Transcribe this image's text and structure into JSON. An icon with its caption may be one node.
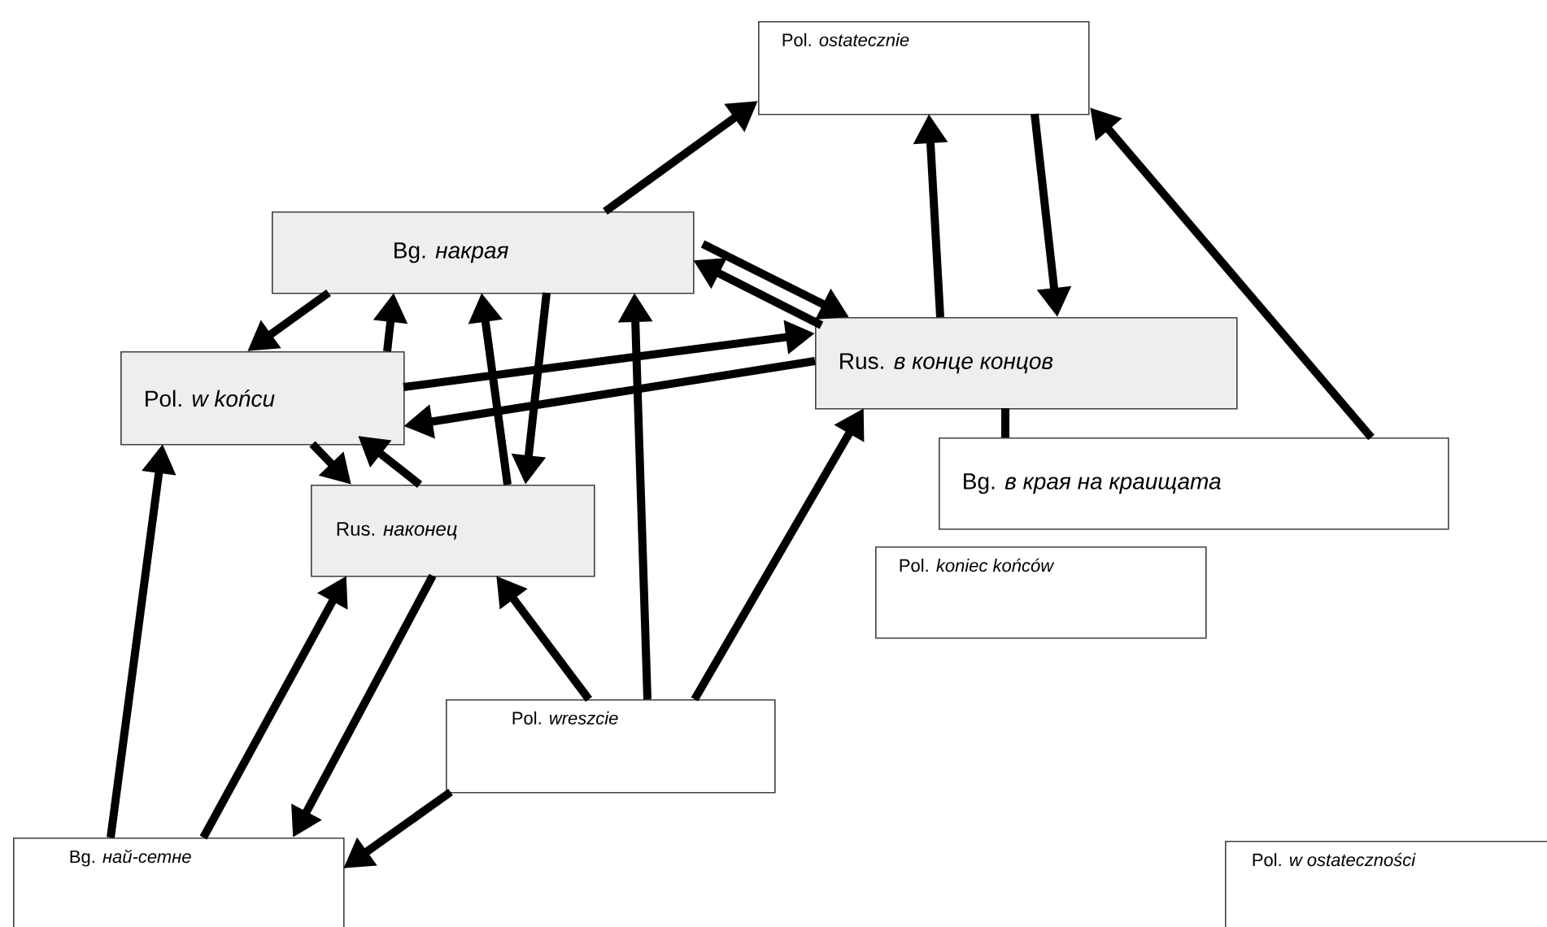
{
  "diagram": {
    "nodes": [
      {
        "text": [
          "Pol. *ostatecznie*"
        ]
      },
      {
        "text": [
          "Bg. *накрая*"
        ]
      },
      {
        "text": [
          "Pol. *w końcu*"
        ]
      },
      {
        "text": [
          "Rus. *в конце концов*"
        ]
      },
      {
        "text": [
          "Bg. *в края на краищата*"
        ]
      },
      {
        "text": [
          "Rus. *наконец*"
        ]
      },
      {
        "text": [
          "Pol. *koniec końców*"
        ]
      },
      {
        "text": [
          "Pol. *wreszcie*"
        ]
      },
      {
        "text": [
          "Bg. *най-сетне*"
        ]
      },
      {
        "text": [
          "Pol. *w ostateczności*"
        ]
      }
    ],
    "edges": [
      {
        "from": 1,
        "to": 0,
        "arrow": "to"
      },
      {
        "from": 1,
        "to": 2,
        "arrow": "to"
      },
      {
        "from": 2,
        "to": 1,
        "arrow": "to"
      },
      {
        "from": 5,
        "to": 1,
        "arrow": "to"
      },
      {
        "from": 7,
        "to": 1,
        "arrow": "to"
      },
      {
        "from": 1,
        "to": 5,
        "arrow": "to"
      },
      {
        "from": 1,
        "to": 3,
        "arrow": "to"
      },
      {
        "from": 3,
        "to": 1,
        "arrow": "to"
      },
      {
        "from": 2,
        "to": 3,
        "arrow": "to"
      },
      {
        "from": 3,
        "to": 2,
        "arrow": "to"
      },
      {
        "from": 2,
        "to": 5,
        "arrow": "to"
      },
      {
        "from": 5,
        "to": 2,
        "arrow": "to"
      },
      {
        "from": 8,
        "to": 2,
        "arrow": "to"
      },
      {
        "from": 8,
        "to": 5,
        "arrow": "to"
      },
      {
        "from": 5,
        "to": 8,
        "arrow": "to"
      },
      {
        "from": 7,
        "to": 5,
        "arrow": "to"
      },
      {
        "from": 7,
        "to": 8,
        "arrow": "to"
      },
      {
        "from": 7,
        "to": 3,
        "arrow": "to"
      },
      {
        "from": 3,
        "to": 0,
        "arrow": "to"
      },
      {
        "from": 0,
        "to": 3,
        "arrow": "to"
      },
      {
        "from": 4,
        "to": 0,
        "arrow": "to"
      },
      {
        "from": 3,
        "to": 4,
        "arrow": "none"
      }
    ]
  }
}
